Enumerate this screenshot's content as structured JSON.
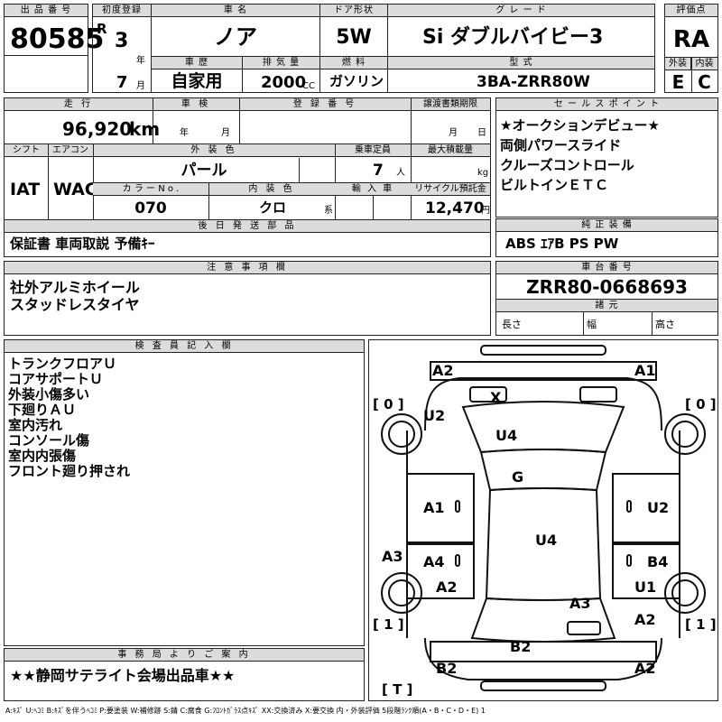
{
  "header": {
    "lot_label": "出 品 番 号",
    "lot_number": "80585",
    "first_reg_label": "初度登録",
    "era": "R",
    "year": "3",
    "year_unit": "年",
    "month": "7",
    "month_unit": "月",
    "car_name_label": "車 名",
    "car_name": "ノア",
    "door_label": "ドア形状",
    "door": "5W",
    "grade_label": "グ レ ー ド",
    "grade": "Si ダブルバイビー3",
    "score_label": "評価点",
    "score": "RA",
    "history_label": "車 歴",
    "history": "自家用",
    "displacement_label": "排 気 量",
    "displacement": "2000",
    "displacement_unit": "CC",
    "fuel_label": "燃 料",
    "fuel": "ガソリン",
    "model_label": "型 式",
    "model": "3BA-ZRR80W",
    "exterior_label": "外装",
    "exterior_grade": "E",
    "interior_label": "内装",
    "interior_grade": "C"
  },
  "row2": {
    "mileage_label": "走 行",
    "mileage": "96,920",
    "mileage_unit": "km",
    "inspection_label": "車 検",
    "inspection_year_unit": "年",
    "inspection_month_unit": "月",
    "reg_number_label": "登 録 番 号",
    "transfer_label": "譲渡書類期限",
    "transfer_month_unit": "月",
    "transfer_day_unit": "日",
    "shift_label": "シフト",
    "shift": "IAT",
    "aircon_label": "エアコン",
    "aircon": "WAC",
    "ext_color_label": "外 装 色",
    "ext_color": "パール",
    "capacity_label": "乗車定員",
    "capacity": "7",
    "capacity_unit": "人",
    "load_label": "最大積載量",
    "load_unit": "kg",
    "color_no_label": "カ ラ ー N o .",
    "color_no": "070",
    "int_color_label": "内 装 色",
    "int_color": "クロ",
    "int_color_unit": "系",
    "import_label": "輸 入 車",
    "recycle_label": "リサイクル預託金",
    "recycle": "12,470",
    "recycle_unit": "円"
  },
  "sales_points": {
    "label": "セ ー ル ス ポ イ ン ト",
    "items": [
      "★オークションデビュー★",
      "両側パワースライド",
      "クルーズコントロール",
      "ビルトインＥＴＣ"
    ]
  },
  "accessories": {
    "label": "後 日 発 送 部 品",
    "text": "保証書 車両取説 予備ｷｰ"
  },
  "equipment": {
    "label": "純 正 装 備",
    "text": "ABS ｴｱB PS PW"
  },
  "notes": {
    "label": "注 意 事 項 欄",
    "items": [
      "社外アルミホイール",
      "スタッドレスタイヤ"
    ]
  },
  "chassis": {
    "label": "車 台 番 号",
    "number": "ZRR80-0668693",
    "specs_label": "諸 元",
    "length_label": "長さ",
    "width_label": "幅",
    "height_label": "高さ"
  },
  "inspector": {
    "label": "検 査 員 記 入 欄",
    "items": [
      "トランクフロアＵ",
      "コアサポートＵ",
      "外装小傷多い",
      "下廻りＡＵ",
      "室内汚れ",
      "コンソール傷",
      "室内内張傷",
      "フロント廻り押され"
    ]
  },
  "office": {
    "label": "事 務 局 よ り ご 案 内",
    "text": "★★静岡サテライト会場出品車★★"
  },
  "diagram": {
    "tire_left_front": "[ 0 ]",
    "tire_right_front": "[ 0 ]",
    "tire_left_rear": "[ 1 ]",
    "tire_right_rear": "[ 1 ]",
    "spare": "[ T ]",
    "marks": {
      "front_bumper_left": "A2",
      "front_bumper_right": "A1",
      "windshield": "X",
      "left_fender": "U2",
      "hood": "U4",
      "roof_front": "G",
      "left_front_door": "A1",
      "right_front_door": "U2",
      "roof": "U4",
      "left_rocker": "A3",
      "left_rear_door": "A4",
      "right_rear_door": "B4",
      "left_quarter": "A2",
      "right_quarter": "U1",
      "back_door": "A3",
      "right_rear_corner": "A2",
      "rear_bumper": "B2",
      "rear_bumper_left": "B2",
      "rear_bumper_right": "A2"
    }
  },
  "legend": "A:ｷｽﾞ U:ﾍｺﾐ B:ｷｽﾞを伴うﾍｺﾐ P:要塗装 W:補修跡 S:錆 C:腐食 G:ﾌﾛﾝﾄｶﾞﾗｽ点ｷｽﾞ XX:交換済み X:要交換 内・外装評価 5段階ﾗﾝｸ順(A・B・C・D・E) 1"
}
